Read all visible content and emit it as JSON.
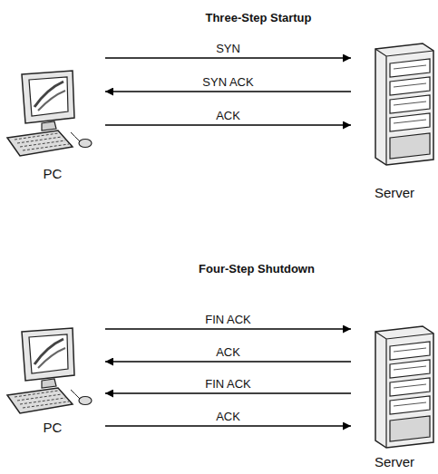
{
  "diagram": {
    "nodes": [
      {
        "text": [
          "PC"
        ]
      },
      {
        "text": [
          "Server"
        ]
      },
      {
        "text": [
          "PC"
        ]
      },
      {
        "text": [
          "Server"
        ]
      }
    ],
    "edges": [
      {
        "from": 0,
        "to": 1,
        "label": "SYN",
        "arrow": "to"
      },
      {
        "from": 1,
        "to": 0,
        "label": "SYN ACK",
        "arrow": "to"
      },
      {
        "from": 0,
        "to": 1,
        "label": "ACK",
        "arrow": "to"
      },
      {
        "from": 2,
        "to": 3,
        "label": "FIN ACK",
        "arrow": "to"
      },
      {
        "from": 3,
        "to": 2,
        "label": "ACK",
        "arrow": "to"
      },
      {
        "from": 3,
        "to": 2,
        "label": "FIN ACK",
        "arrow": "to"
      },
      {
        "from": 2,
        "to": 3,
        "label": "ACK",
        "arrow": "to"
      }
    ],
    "labels": [
      "Three-Step Startup",
      "Four-Step Shutdown"
    ]
  }
}
